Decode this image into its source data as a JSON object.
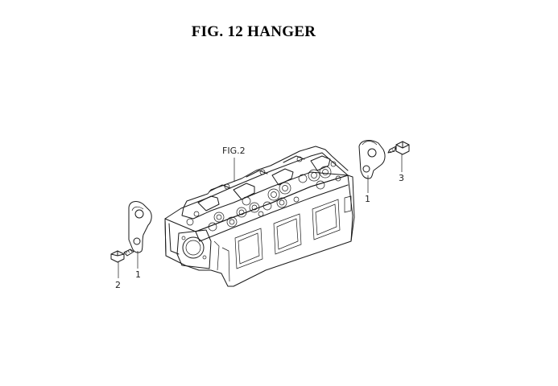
{
  "title": "FIG. 12  HANGER",
  "callouts": {
    "ref_fig": "FIG.2",
    "part_1_left": "1",
    "part_1_right": "1",
    "part_2": "2",
    "part_3": "3"
  }
}
